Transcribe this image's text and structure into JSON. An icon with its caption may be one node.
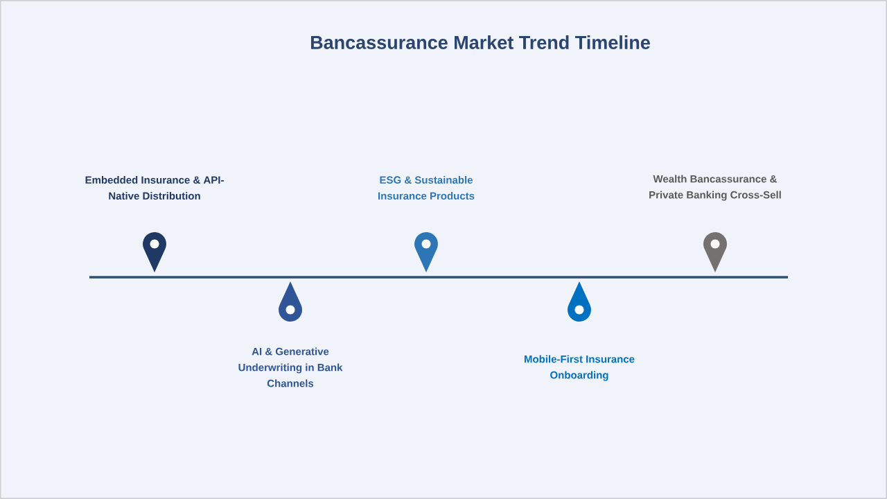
{
  "diagram": {
    "title": "Bancassurance Market Trend Timeline",
    "nodes": [
      {
        "text": [],
        "shape": "pin",
        "beside": [
          "Embedded Insurance & API- Native Distribution"
        ]
      },
      {
        "text": [],
        "shape": "pin",
        "beside": [
          "AI & Generative Underwriting in Bank Channels"
        ]
      },
      {
        "text": [],
        "shape": "pin",
        "beside": [
          "ESG & Sustainable Insurance Products"
        ]
      },
      {
        "text": [],
        "shape": "pin",
        "beside": [
          "Mobile-First Insurance Onboarding"
        ]
      },
      {
        "text": [],
        "shape": "pin",
        "beside": [
          "Wealth Bancassurance & Private Banking Cross-Sell"
        ]
      }
    ]
  }
}
